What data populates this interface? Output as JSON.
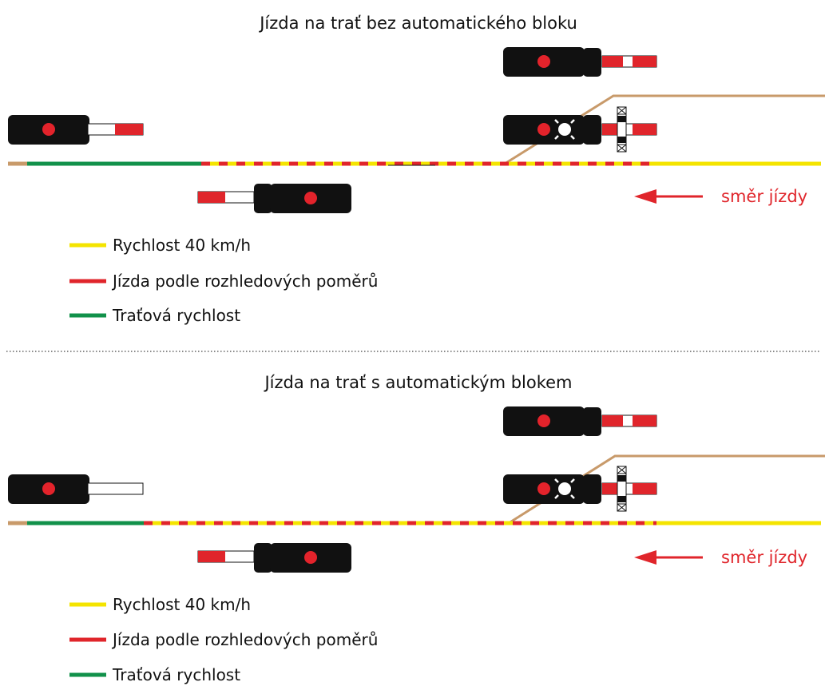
{
  "colors": {
    "yellow": "#f4e400",
    "red": "#e0252b",
    "green": "#11914a",
    "brown": "#c89a6a",
    "signal_body": "#111111",
    "signal_lamp": "#e3232b",
    "white": "#ffffff",
    "separator": "#444444"
  },
  "direction_label": "směr jízdy",
  "legend": [
    {
      "label": "Rychlost 40 km/h",
      "color": "yellow"
    },
    {
      "label": "Jízda podle rozhledových poměrů",
      "color": "red"
    },
    {
      "label": "Traťová rychlost",
      "color": "green"
    }
  ],
  "panels": [
    {
      "title": "Jízda na trať bez automatického bloku",
      "left_signal_arm": "red-white",
      "track_segments": [
        "brown",
        "green",
        "red-yellow",
        "yellow"
      ],
      "icons": [
        "signal-icon-top",
        "signal-icon-left",
        "signal-icon-right-white-light",
        "signal-icon-bottom",
        "direction-arrow-icon"
      ]
    },
    {
      "title": "Jízda na trať s automatickým blokem",
      "left_signal_arm": "white",
      "track_segments": [
        "brown",
        "green",
        "red-yellow",
        "yellow"
      ],
      "icons": [
        "signal-icon-top",
        "signal-icon-left",
        "signal-icon-right-white-light",
        "signal-icon-bottom",
        "direction-arrow-icon"
      ]
    }
  ]
}
